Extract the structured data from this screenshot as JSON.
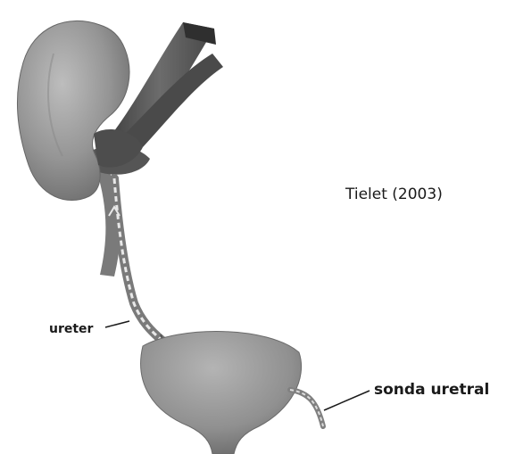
{
  "labels": {
    "citation": "Tielet (2003)",
    "ureter": "ureter",
    "catheter": "sonda uretral"
  },
  "colors": {
    "organ_fill": "#9a9a9a",
    "organ_shadow": "#6e6e6e",
    "organ_highlight": "#c4c4c4",
    "vessel_fill": "#5e5e5e",
    "vessel_dark": "#3c3c3c",
    "stent": "#e8e8e8",
    "text": "#1a1a1a"
  }
}
